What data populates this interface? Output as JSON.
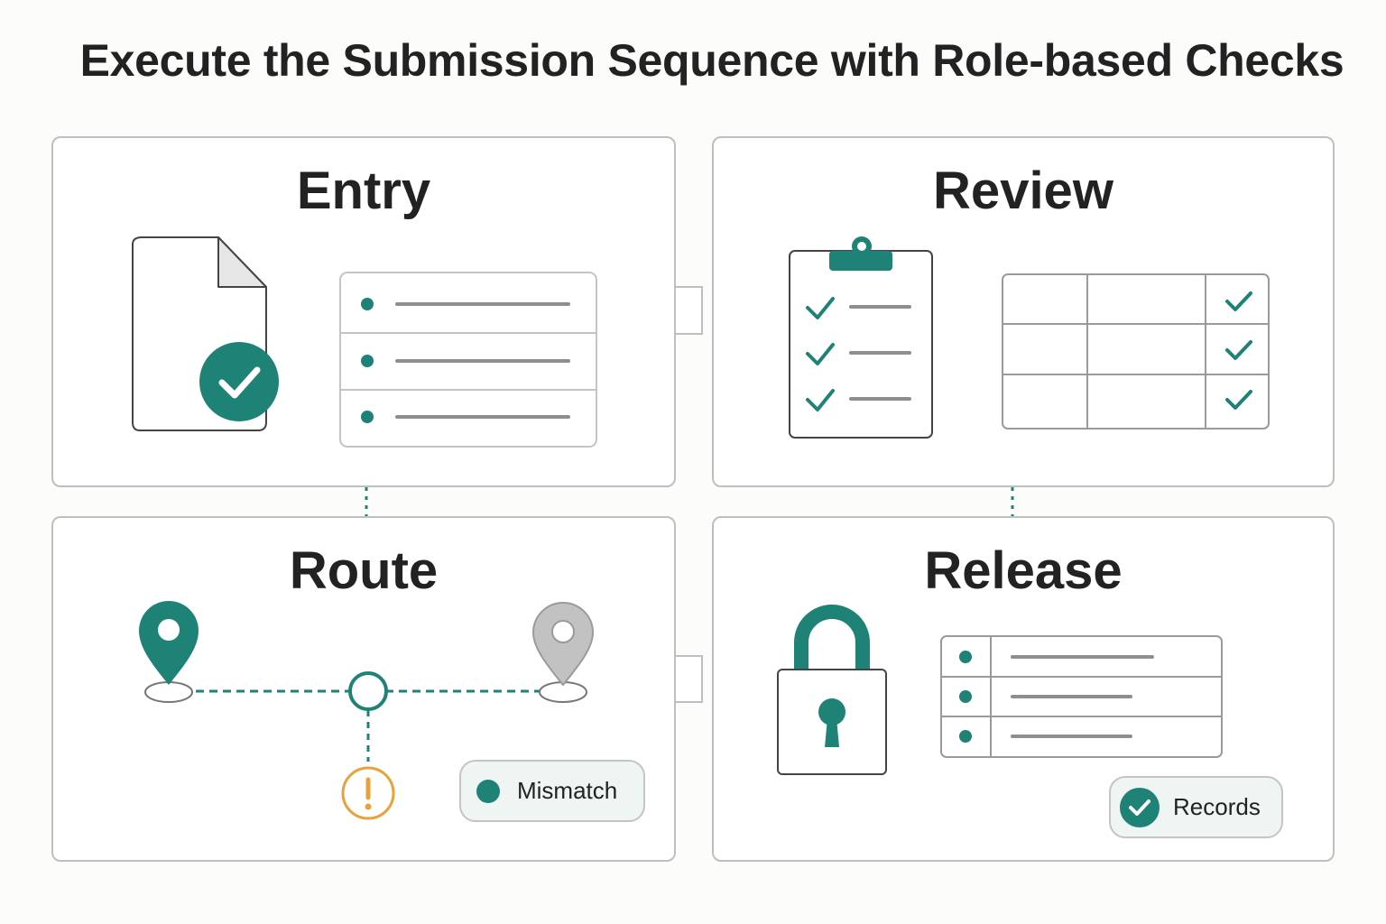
{
  "title": "Execute the Submission Sequence with Role-based Checks",
  "panels": {
    "entry": {
      "title": "Entry"
    },
    "review": {
      "title": "Review"
    },
    "route": {
      "title": "Route",
      "badge": "Mismatch"
    },
    "release": {
      "title": "Release",
      "badge": "Records"
    }
  },
  "colors": {
    "teal": "#1f8277",
    "gray_pin": "#c2c2c2",
    "warning": "#e8a23a",
    "border": "#bfbfbf"
  }
}
